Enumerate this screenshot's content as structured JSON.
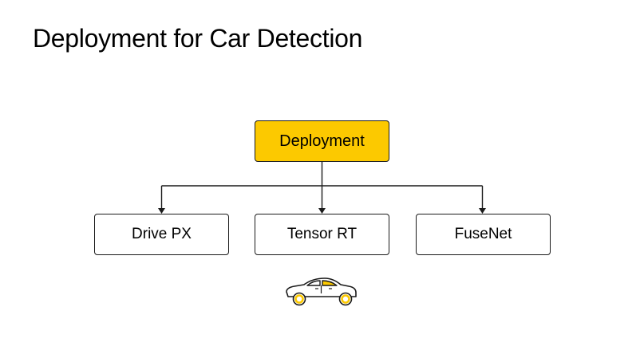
{
  "title": "Deployment for Car Detection",
  "diagram": {
    "root": {
      "label": "Deployment",
      "fill": "#fcc900"
    },
    "children": [
      {
        "label": "Drive PX"
      },
      {
        "label": "Tensor RT"
      },
      {
        "label": "FuseNet"
      }
    ]
  },
  "icons": {
    "car": "car-icon",
    "accent": "#fcc900"
  }
}
